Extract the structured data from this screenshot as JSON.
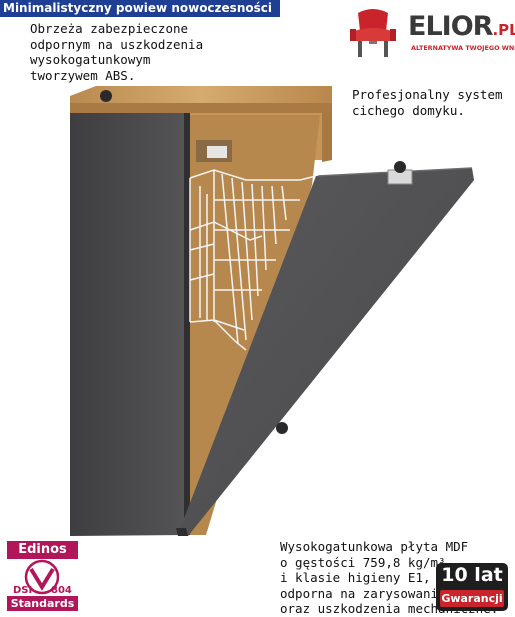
{
  "header": {
    "title": "Minimalistyczny powiew nowoczesności"
  },
  "callouts": {
    "edges": "Obrzeża zabezpieczone\nodpornym na uszkodzenia\nwysokogatunkowym\ntworzywem ABS.",
    "closing": "Profesjonalny system\ncichego domyku.",
    "board": "Wysokogatunkowa płyta MDF\no gęstości 759,8 kg/m³\ni klasie higieny E1,\nodporna na zarysowania\noraz uszkodzenia mechaniczne."
  },
  "logo": {
    "name": "ELIOR",
    "domain": ".PL",
    "tagline": "ALTERNATYWA TWOJEGO WNĘTRZA"
  },
  "badges": {
    "edinos": {
      "title": "Edinos",
      "dsi": "DSI",
      "code": "804",
      "footer": "Standards"
    },
    "warranty": {
      "years": "10 lat",
      "label": "Gwarancji"
    }
  },
  "colors": {
    "header_bg": "#1f3f94",
    "brand_red": "#c9242b",
    "cabinet_gray": "#4a4a4c",
    "oak": "#c79a5e",
    "edinos_magenta": "#b2165a",
    "marker": "#2a2a2a"
  }
}
